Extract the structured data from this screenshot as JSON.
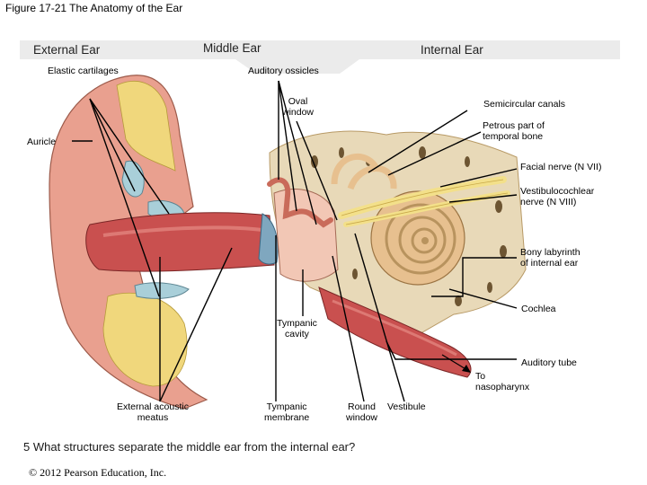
{
  "figure_title": "Figure 17-21 The Anatomy of the Ear",
  "regions": {
    "external": "External Ear",
    "middle": "Middle Ear",
    "internal": "Internal Ear"
  },
  "labels": {
    "elastic_cartilages": "Elastic cartilages",
    "auditory_ossicles": "Auditory ossicles",
    "oval_window": "Oval\nwindow",
    "auricle": "Auricle",
    "semicircular_canals": "Semicircular canals",
    "petrous_temporal": "Petrous part of\ntemporal bone",
    "facial_nerve": "Facial nerve (N VII)",
    "vestibulocochlear": "Vestibulocochlear\nnerve (N VIII)",
    "bony_labyrinth": "Bony labyrinth\nof internal ear",
    "cochlea": "Cochlea",
    "tympanic_cavity": "Tympanic\ncavity",
    "auditory_tube": "Auditory tube",
    "to_nasopharynx": "To\nnasopharynx",
    "external_acoustic_meatus": "External acoustic\nmeatus",
    "tympanic_membrane": "Tympanic\nmembrane",
    "round_window": "Round\nwindow",
    "vestibule": "Vestibule"
  },
  "question": "5 What structures separate the middle ear from the internal ear?",
  "copyright": "© 2012 Pearson Education, Inc.",
  "colors": {
    "skin": "#e9a08f",
    "canal": "#c9504f",
    "cartilage": "#a9cfd9",
    "bone": "#e8d9b8",
    "fat": "#f0d77c",
    "nerve": "#f3e08a",
    "band": "#ebebeb",
    "leader": "#000000"
  }
}
